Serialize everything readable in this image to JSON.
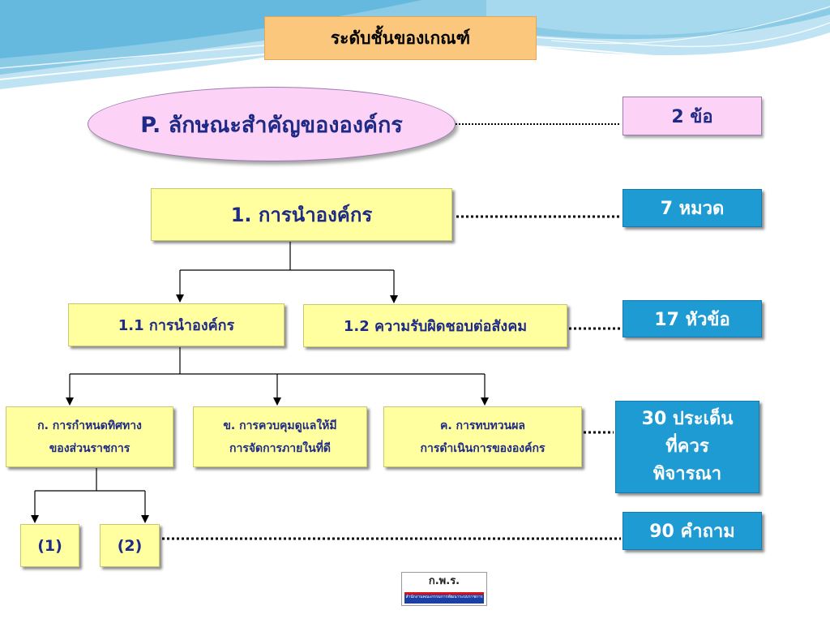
{
  "title": "ระดับชั้นของเกณฑ์",
  "profile": {
    "label": "P. ลักษณะสำคัญขององค์กร",
    "count": "2 ข้อ"
  },
  "level1": {
    "label": "1. การนำองค์กร",
    "count": "7 หมวด"
  },
  "level2": {
    "items": [
      "1.1 การนำองค์กร",
      "1.2 ความรับผิดชอบต่อสังคม"
    ],
    "count": "17 หัวข้อ"
  },
  "level3": {
    "items": [
      {
        "line1": "ก. การกำหนดทิศทาง",
        "line2": "ของส่วนราชการ"
      },
      {
        "line1": "ข. การควบคุมดูแลให้มี",
        "line2": "การจัดการภายในที่ดี"
      },
      {
        "line1": "ค. การทบทวนผล",
        "line2": "การดำเนินการขององค์กร"
      }
    ],
    "count_lines": [
      "30 ประเด็น",
      "ที่ควร",
      "พิจารณา"
    ]
  },
  "level4": {
    "items": [
      "(1)",
      "(2)"
    ],
    "count": "90 คำถาม"
  },
  "logo": {
    "text": "ก.พ.ร.",
    "subtext": "สำนักงานคณะกรรมการพัฒนาระบบราชการ",
    "icon": "opdc-logo"
  },
  "colors": {
    "title_bg": "#fbc77c",
    "profile_bg": "#fcd3f6",
    "box_bg": "#ffff9f",
    "count_bg": "#1f9bd4",
    "text_navy": "#1f2a86"
  }
}
